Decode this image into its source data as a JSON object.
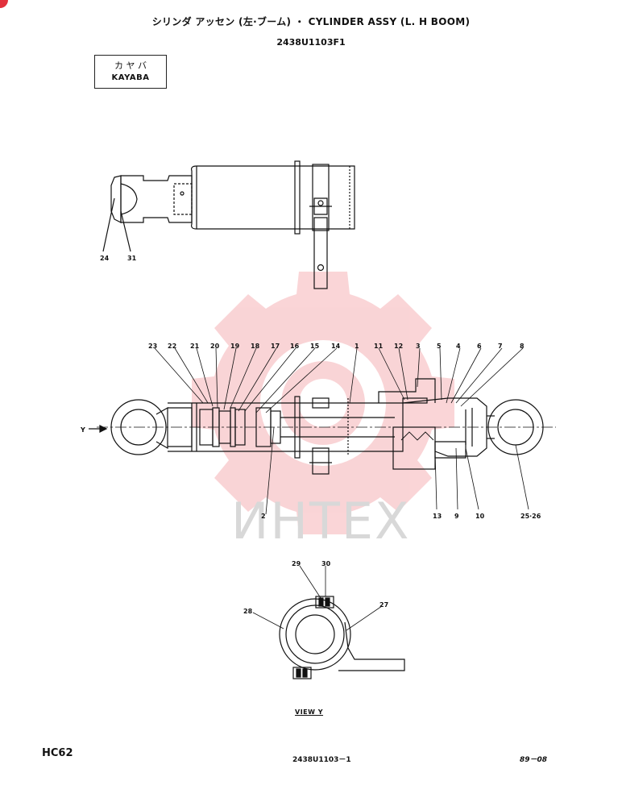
{
  "header": {
    "title": "シリンダ アッセン (左·ブーム) ・ CYLINDER ASSY (L. H BOOM)",
    "drawing_number": "2438U1103F1"
  },
  "maker": {
    "jp": "カ ヤ バ",
    "en": "KAYABA"
  },
  "watermark": {
    "text": "ИНТЕХ",
    "color": "#e8404a"
  },
  "view_label": "VIEW Y",
  "y_marker": "Y",
  "footer": {
    "model": "HC62",
    "page": "2438U1103－1",
    "date": "89－08"
  },
  "callouts_top_view": [
    "24",
    "31"
  ],
  "callouts_main": [
    "23",
    "22",
    "21",
    "20",
    "19",
    "18",
    "17",
    "16",
    "15",
    "14",
    "1",
    "11",
    "12",
    "3",
    "5",
    "4",
    "6",
    "7",
    "8",
    "2",
    "13",
    "9",
    "10",
    "25·26"
  ],
  "callouts_view_y": [
    "29",
    "30",
    "28",
    "27"
  ]
}
